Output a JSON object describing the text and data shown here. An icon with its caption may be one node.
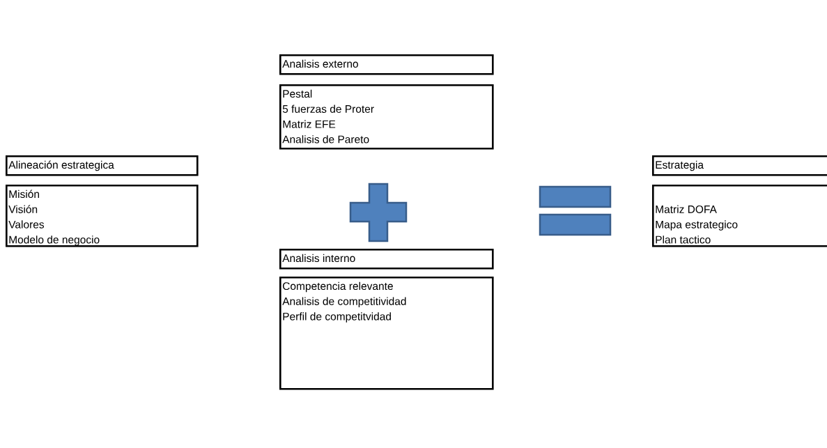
{
  "diagram": {
    "nodes": [
      {
        "text": [
          "Analisis externo"
        ]
      },
      {
        "text": [
          "Pestal",
          "5 fuerzas de Proter",
          "Matriz EFE",
          "Analisis de Pareto"
        ]
      },
      {
        "text": [
          "Alineación estrategica"
        ]
      },
      {
        "text": [
          "Misión",
          "Visión",
          "Valores",
          "Modelo de negocio"
        ]
      },
      {
        "text": [
          "Estrategia"
        ]
      },
      {
        "text": [
          "Matriz DOFA",
          "Mapa estrategico",
          "Plan tactico"
        ]
      },
      {
        "text": [
          "Analisis interno"
        ]
      },
      {
        "text": [
          "Competencia relevante",
          "Analisis de competitividad",
          "Perfil de competitvidad"
        ]
      }
    ]
  }
}
